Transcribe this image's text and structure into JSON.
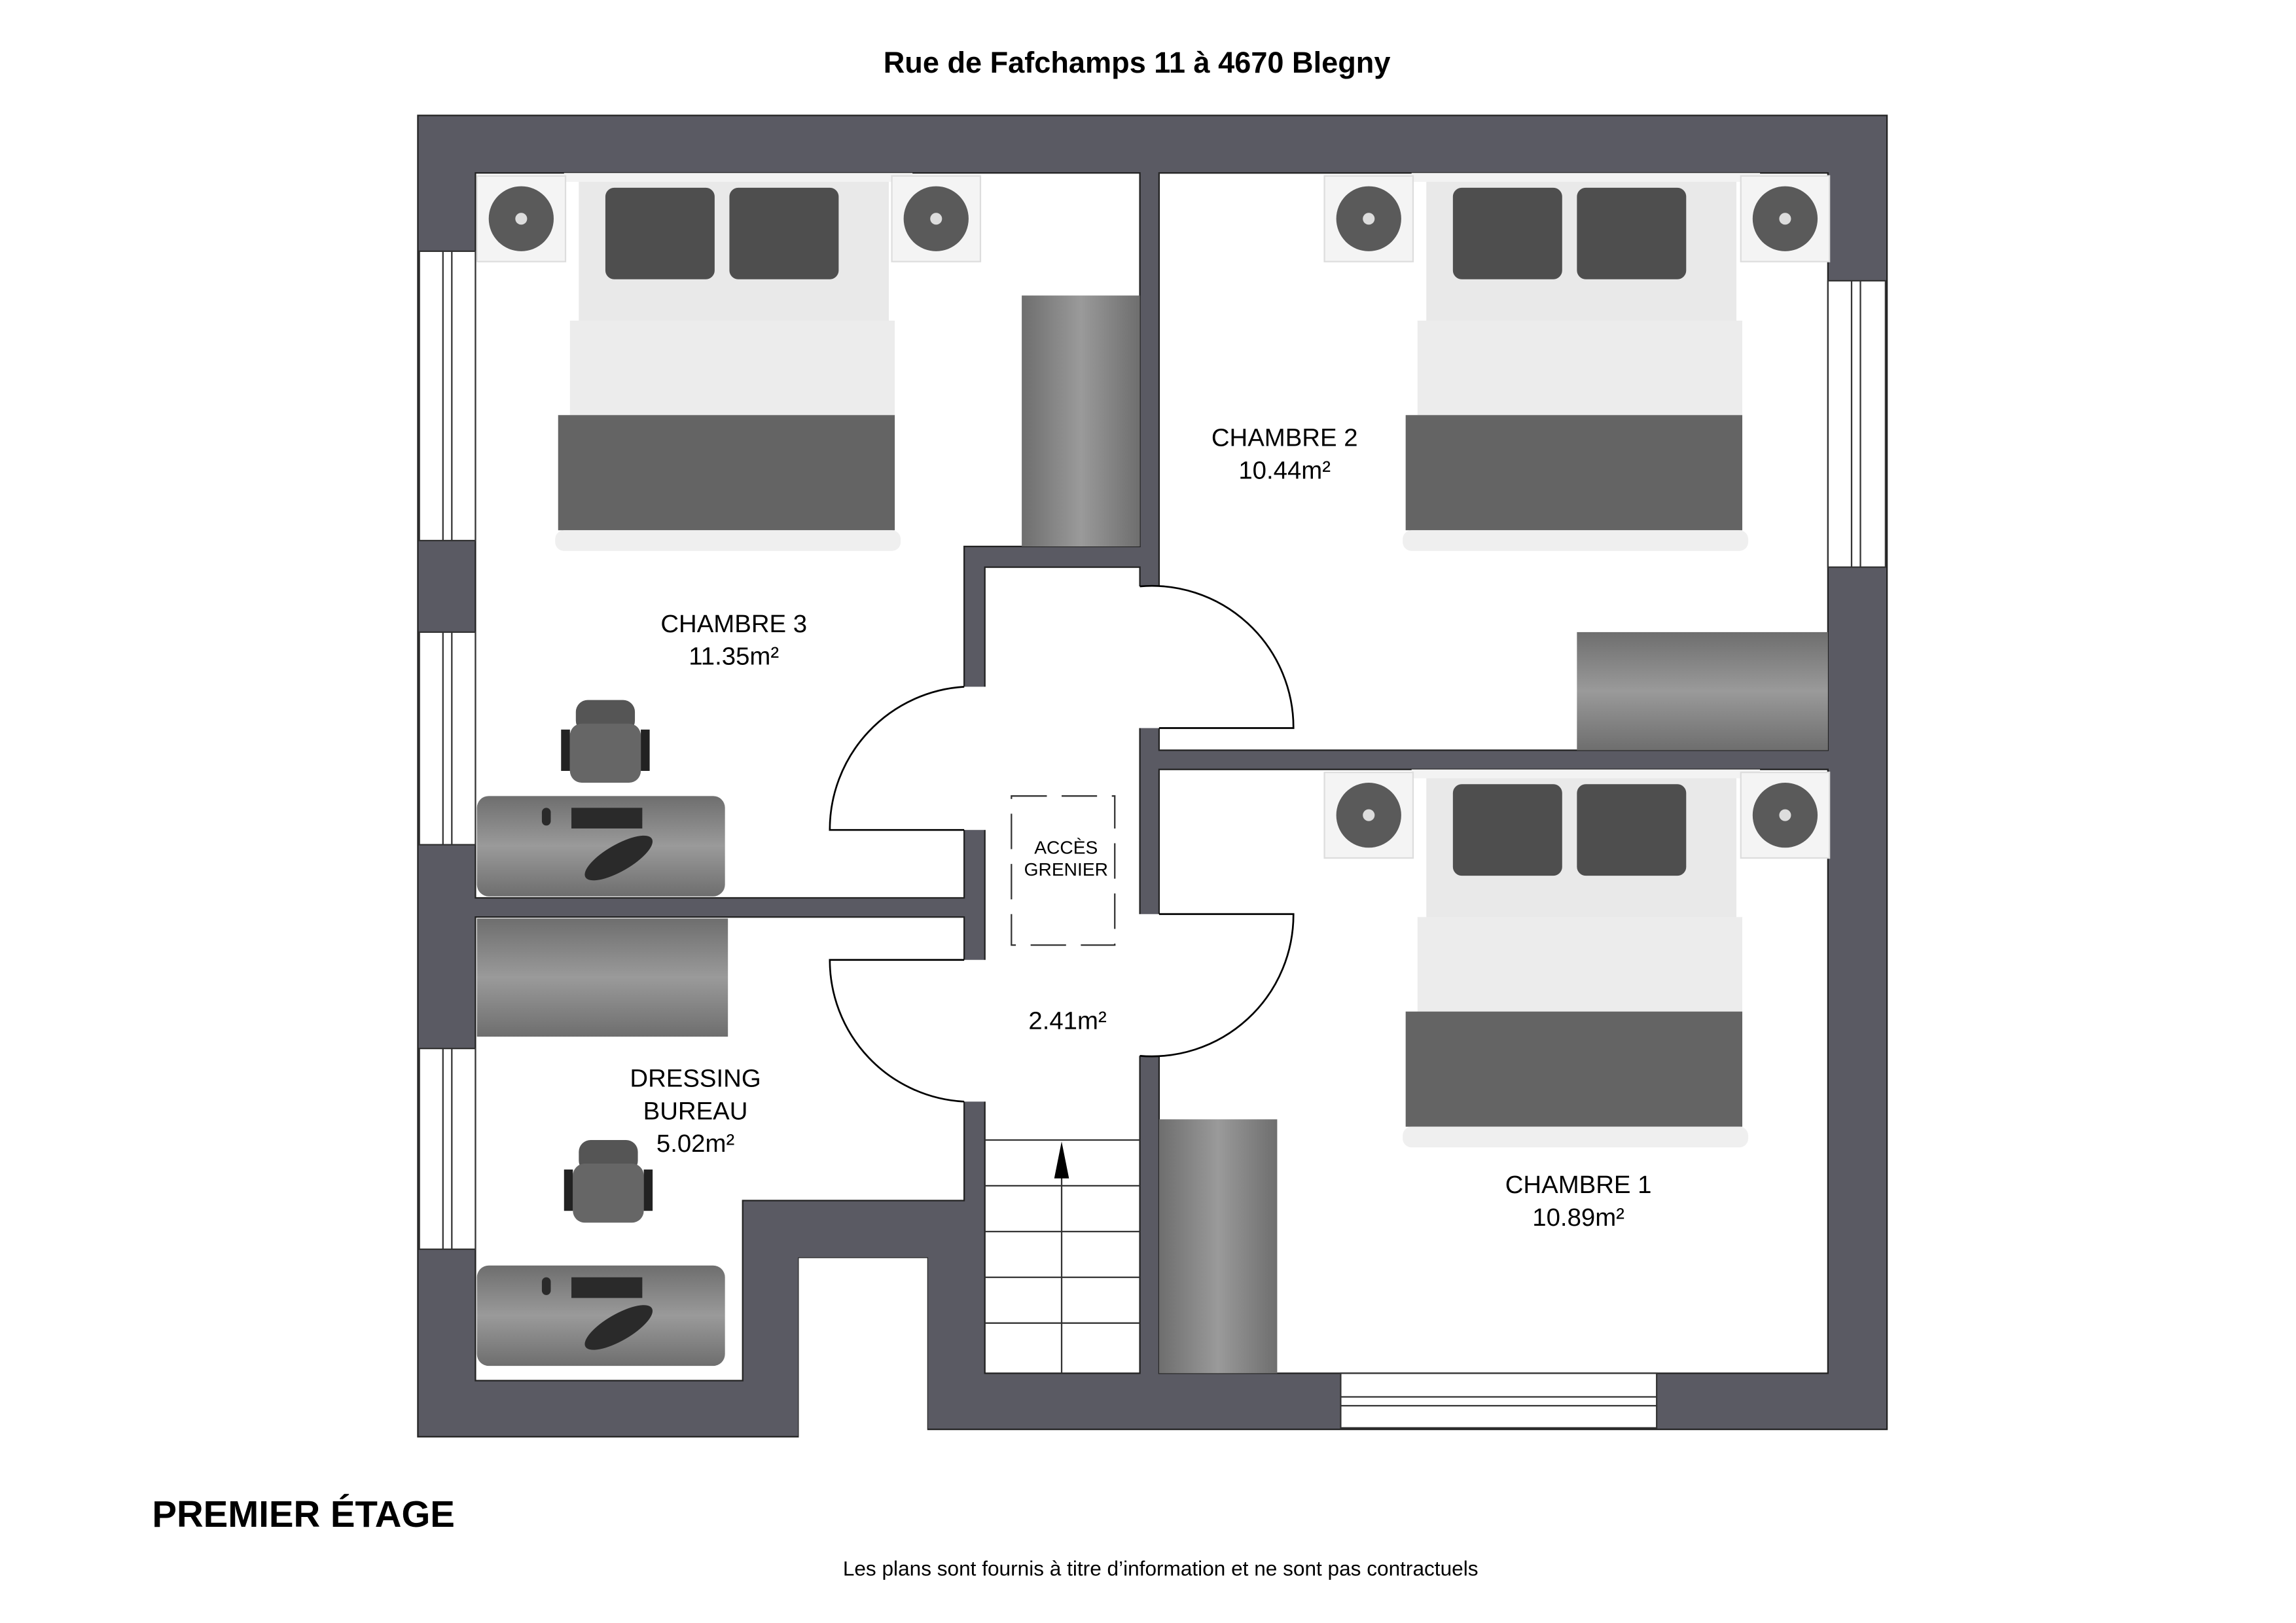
{
  "header": {
    "title": "Rue de Fafchamps 11 à 4670 Blegny"
  },
  "rooms": {
    "chambre3": {
      "name": "CHAMBRE 3",
      "area": "11.35m²"
    },
    "chambre2": {
      "name": "CHAMBRE 2",
      "area": "10.44m²"
    },
    "chambre1": {
      "name": "CHAMBRE 1",
      "area": "10.89m²"
    },
    "dressing": {
      "name1": "DRESSING",
      "name2": "BUREAU",
      "area": "5.02m²"
    },
    "hall": {
      "area": "2.41m²",
      "attic1": "ACCÈS",
      "attic2": "GRENIER"
    }
  },
  "footer": {
    "floor_label": "PREMIER ÉTAGE",
    "disclaimer": "Les plans sont fournis à titre d’information et ne sont pas contractuels"
  },
  "colors": {
    "wall": "#5a5a63",
    "furniture": "#666666"
  }
}
